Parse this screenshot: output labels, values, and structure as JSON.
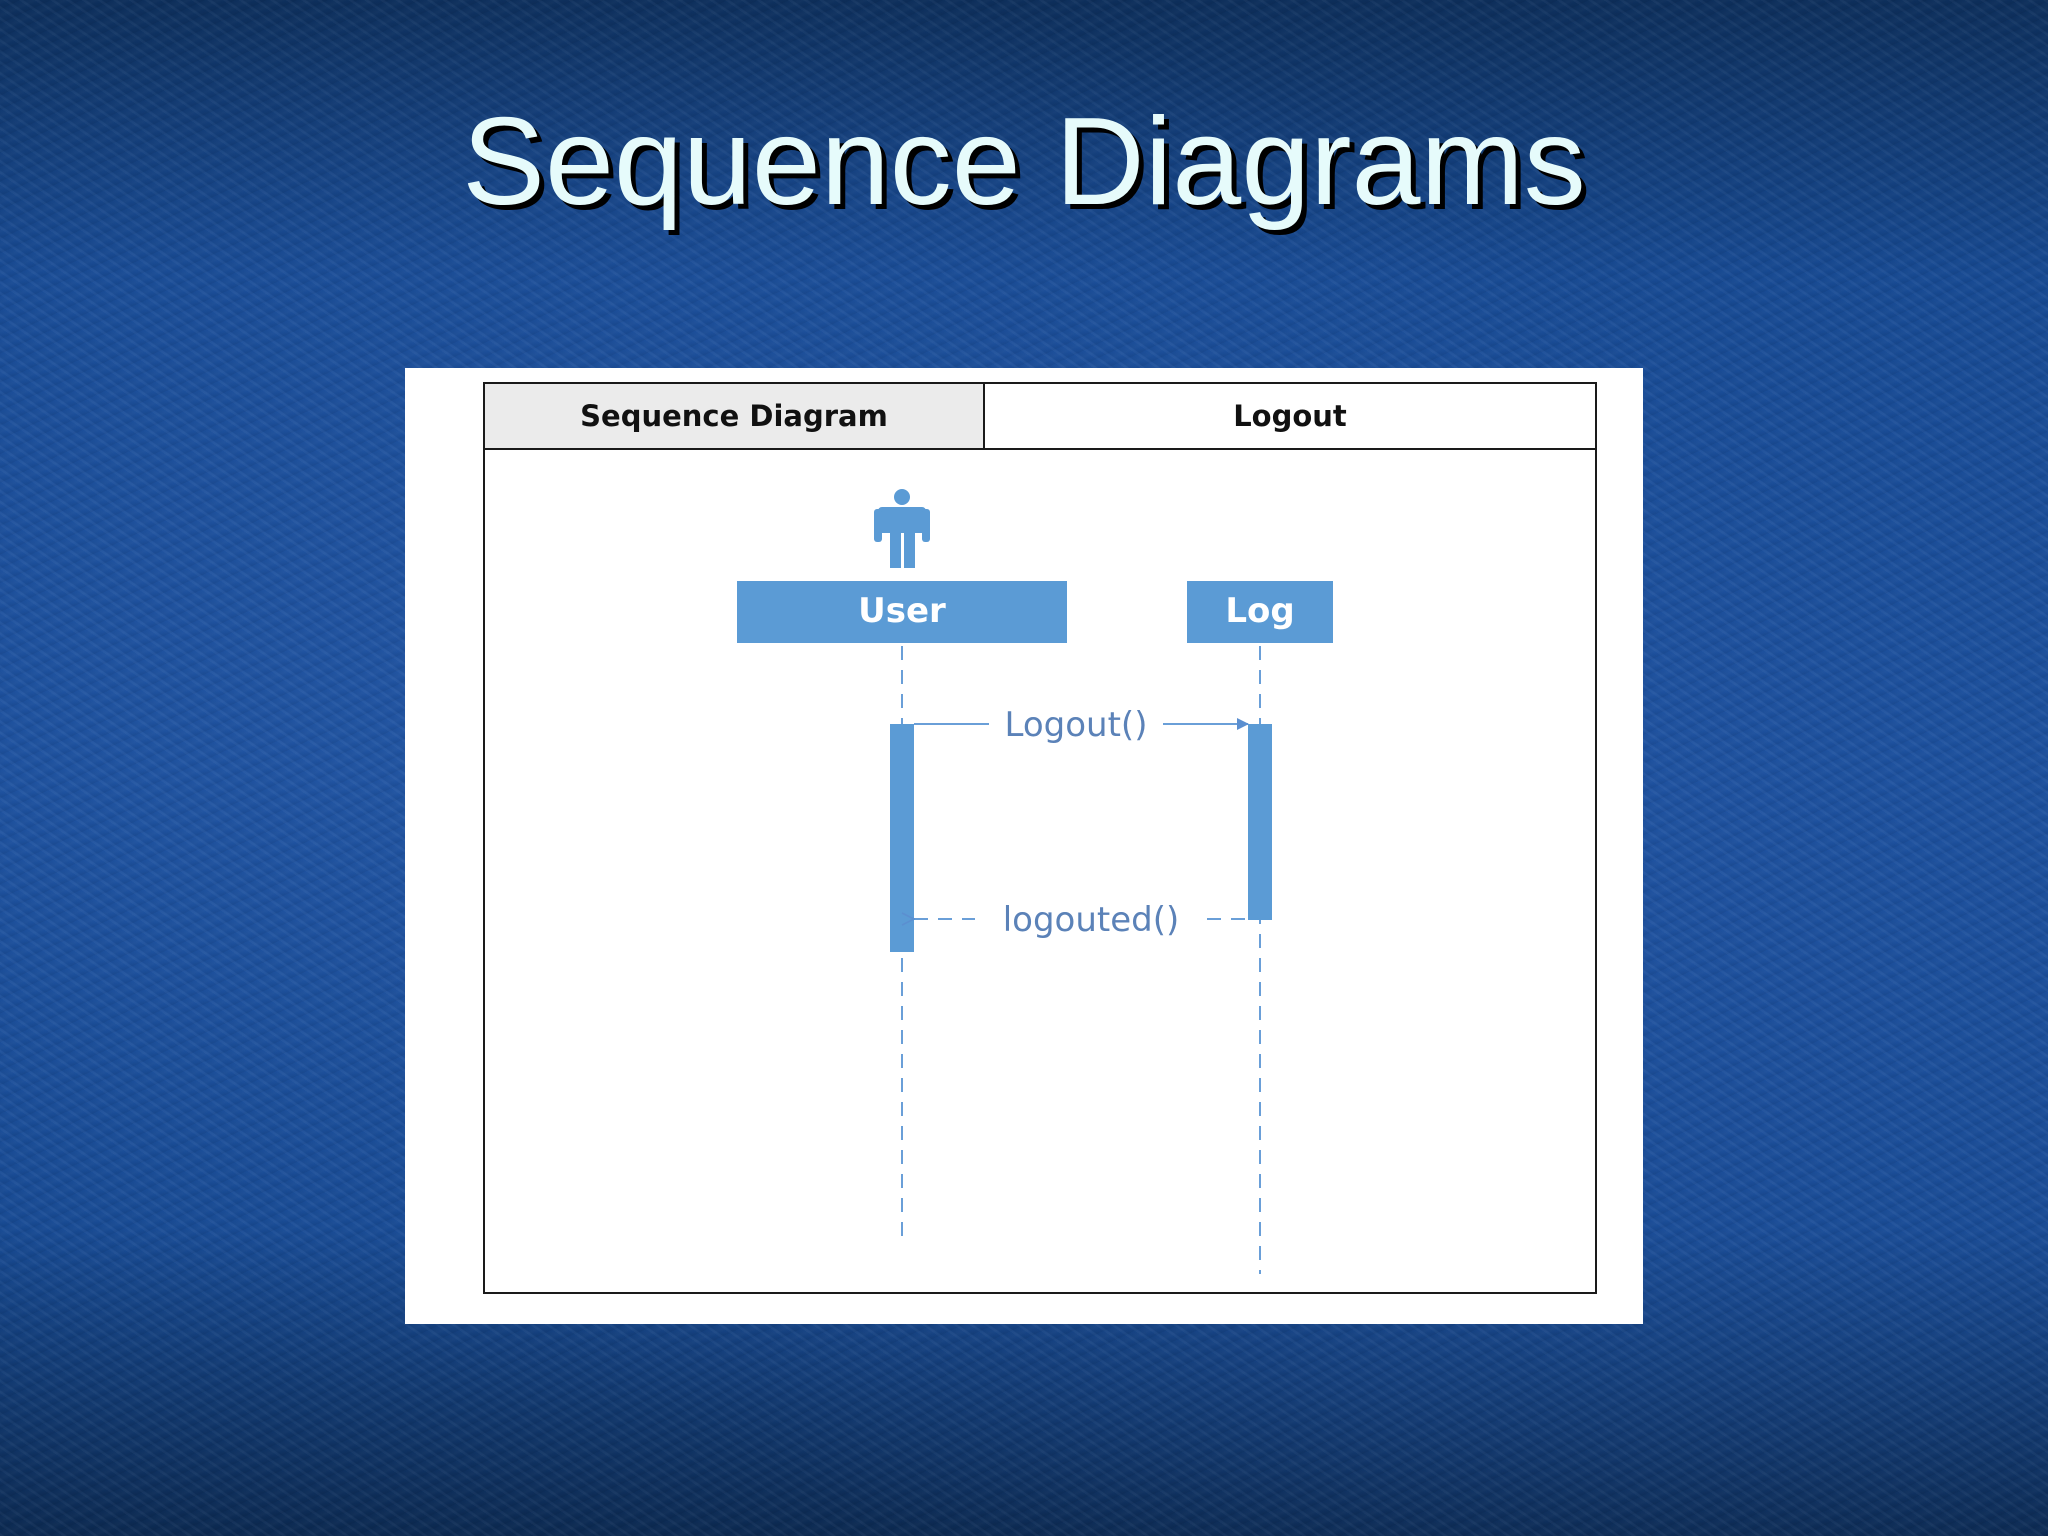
{
  "slide": {
    "title": "Sequence Diagrams"
  },
  "diagram": {
    "header": {
      "type_label": "Sequence Diagram",
      "name": "Logout"
    },
    "colors": {
      "element": "#5b9bd5",
      "line": "#6a9fd8"
    },
    "lifelines": [
      {
        "name": "User",
        "actor": true
      },
      {
        "name": "Log",
        "actor": false
      }
    ],
    "messages": [
      {
        "label": "Logout()",
        "from": "User",
        "to": "Log",
        "style": "solid"
      },
      {
        "label": "logouted()",
        "from": "Log",
        "to": "User",
        "style": "dashed"
      }
    ]
  }
}
